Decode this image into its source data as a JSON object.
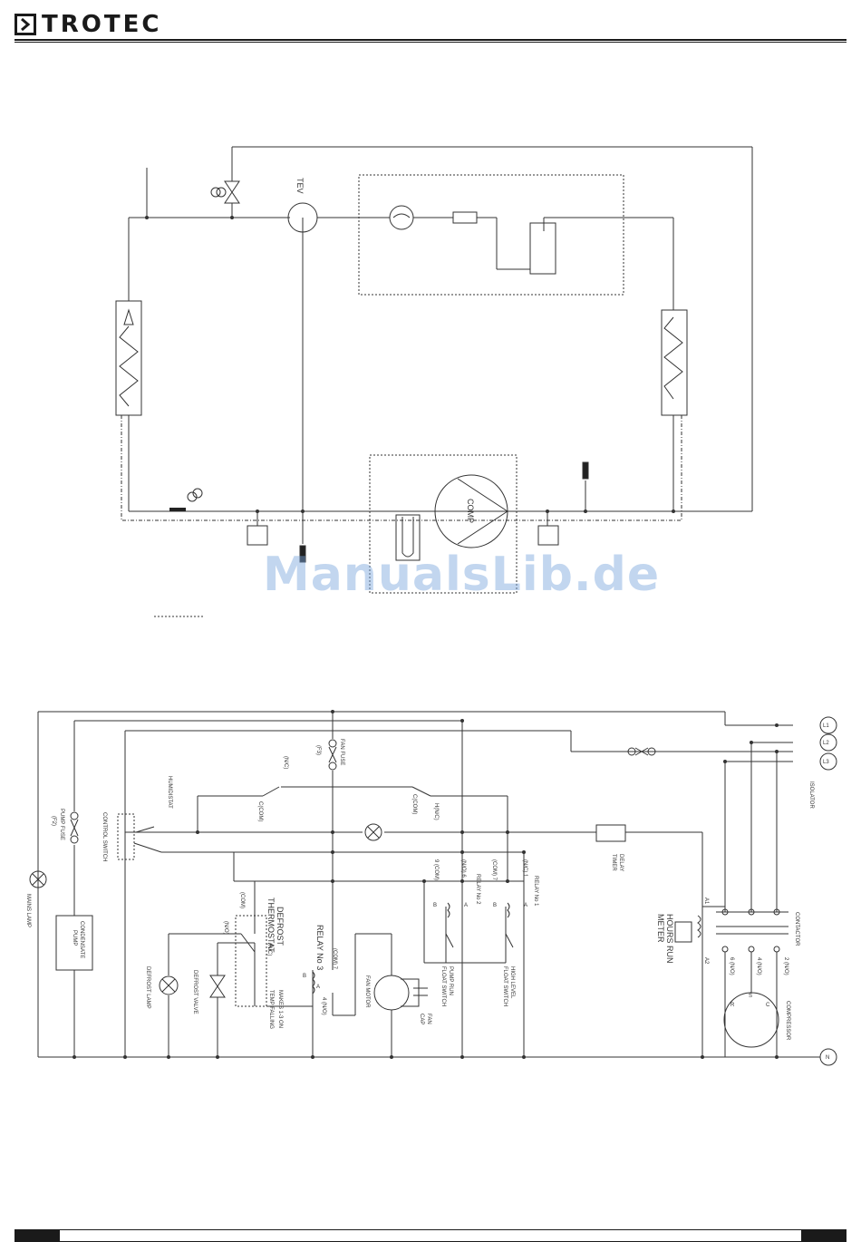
{
  "header": {
    "brand": "TROTEC"
  },
  "watermark": "ManualsLib.de",
  "refrigeration": {
    "tev_label": "TEV",
    "comp_label": "COMP"
  },
  "wiring": {
    "fan_fuse": "FAN FUSE",
    "fan_fuse_id": "(F3)",
    "pump_fuse": "PUMP FUSE",
    "pump_fuse_id": "(F2)",
    "control_switch": "CONTROL SWITCH",
    "mains_lamp": "MAINS LAMP",
    "condensate_pump": [
      "CONDENSATE",
      "PUMP"
    ],
    "humidistat": "HUMIDISTAT",
    "c_com": "C(COM)",
    "h_nc": "H(N/C)",
    "nc": "(N/C)",
    "delay_timer": [
      "DELAY",
      "TIMER"
    ],
    "relay1": "RELAY No 1",
    "relay2": "RELAY No 2",
    "relay3": "RELAY No 3",
    "defrost_thermostat": [
      "DEFROST",
      "THERMOSTAT"
    ],
    "makes": [
      "MAKES 1-3 ON",
      "TEMP FALLING"
    ],
    "defrost_valve": "DEFROST VALVE",
    "defrost_lamp": "DEFROST LAMP",
    "fan_motor": "FAN MOTOR",
    "fan_cap": [
      "FAN",
      "CAP"
    ],
    "pump_run_float": [
      "PUMP RUN",
      "FLOAT SWITCH"
    ],
    "high_level_float": [
      "HIGH LEVEL",
      "FLOAT SWITCH"
    ],
    "hours_run_meter": [
      "HOURS RUN",
      "METER"
    ],
    "contactor": "CONTACTOR",
    "compressor": "COMPRESSOR",
    "isolator": "ISOLATOR",
    "l1": "L1",
    "l2": "L2",
    "l3": "L3",
    "n": "N",
    "com7": "(COM) 7",
    "no4": "4 (N/O)",
    "com9": "9 (COM)",
    "no6": "(N/O) 6",
    "com7b": "(COM) 7",
    "nc1": "(N/C) 1",
    "no2": "2 (N/O)",
    "no4b": "4 (N/O)",
    "no6b": "6 (N/O)",
    "a1": "A1",
    "a2": "A2",
    "r": "R",
    "s": "S",
    "c": "C",
    "a": "A",
    "b": "B",
    "com": "(COM)",
    "nc_small": "(N/C)",
    "no_small": "(N/O)"
  }
}
